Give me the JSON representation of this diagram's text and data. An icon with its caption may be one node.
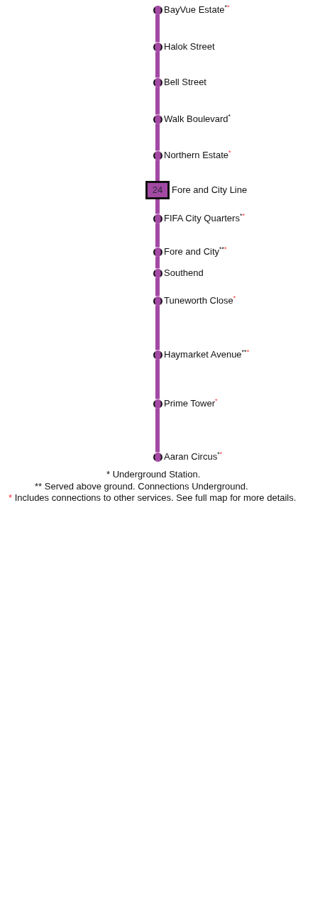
{
  "diagram": {
    "nodes": [
      {
        "text": [],
        "shape": "circle",
        "beside": [
          "BayVue Estate$^{*}$$^{*}$"
        ]
      },
      {
        "text": [],
        "shape": "circle",
        "beside": [
          "Halok Street"
        ]
      },
      {
        "text": [],
        "shape": "circle",
        "beside": [
          "Bell Street"
        ]
      },
      {
        "text": [],
        "shape": "circle",
        "beside": [
          "Walk Boulevard$^{*}$"
        ]
      },
      {
        "text": [],
        "shape": "circle",
        "beside": [
          "Northern Estate$^{*}$"
        ]
      },
      {
        "text": [
          "24"
        ],
        "beside": [
          "Fore and City Line"
        ]
      },
      {
        "text": [],
        "shape": "circle",
        "beside": [
          "FIFA City Quarters$^{*}$$^{*}$"
        ]
      },
      {
        "text": [],
        "shape": "circle",
        "beside": [
          "Fore and City$^{**}$$^{*}$"
        ]
      },
      {
        "text": [],
        "shape": "circle",
        "beside": [
          "Southend"
        ]
      },
      {
        "text": [],
        "shape": "circle",
        "beside": [
          "Tuneworth Close$^{*}$"
        ]
      },
      {
        "text": [],
        "shape": "circle",
        "beside": [
          "Haymarket Avenue$^{**}$$^{*}$"
        ]
      },
      {
        "text": [],
        "shape": "circle",
        "beside": [
          "Prime Tower$^{*}$"
        ]
      },
      {
        "text": [],
        "shape": "circle",
        "beside": [
          "Aaran Circus$^{*}$$^{*}$"
        ]
      }
    ],
    "edges": [
      {
        "from": 0,
        "to": 1,
        "arrow": "none"
      },
      {
        "from": 1,
        "to": 2,
        "arrow": "none"
      },
      {
        "from": 2,
        "to": 3,
        "arrow": "none"
      },
      {
        "from": 3,
        "to": 4,
        "arrow": "none"
      },
      {
        "from": 4,
        "to": 5,
        "arrow": "none"
      },
      {
        "from": 5,
        "to": 6,
        "arrow": "none"
      },
      {
        "from": 6,
        "to": 7,
        "arrow": "none"
      },
      {
        "from": 7,
        "to": 8,
        "arrow": "none"
      },
      {
        "from": 8,
        "to": 9,
        "arrow": "none"
      },
      {
        "from": 9,
        "to": 10,
        "arrow": "none"
      },
      {
        "from": 10,
        "to": 11,
        "arrow": "none"
      },
      {
        "from": 11,
        "to": 12,
        "arrow": "none"
      }
    ],
    "labels": [
      "* Underground Station.",
      "** Served above ground. Connections Underground.",
      "* Includes connections to other services. See full map for more details."
    ]
  }
}
